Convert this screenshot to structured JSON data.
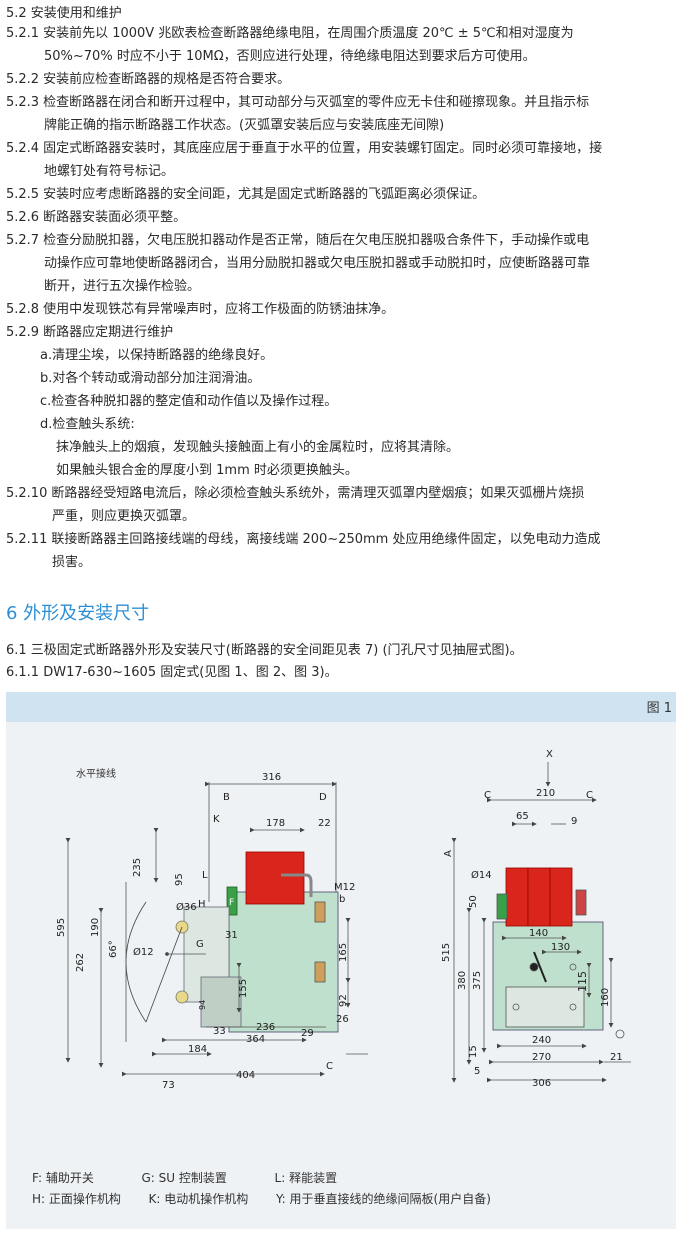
{
  "section52": {
    "heading": "5.2 安装使用和维护",
    "items": [
      {
        "num": "5.2.1",
        "lines": [
          "安装前先以 1000V 兆欧表检查断路器绝缘电阻，在周围介质温度 20℃ ± 5℃和相对湿度为",
          "50%~70% 时应不小于 10MΩ，否则应进行处理，待绝缘电阻达到要求后方可使用。"
        ]
      },
      {
        "num": "5.2.2",
        "lines": [
          "安装前应检查断路器的规格是否符合要求。"
        ]
      },
      {
        "num": "5.2.3",
        "lines": [
          "检查断路器在闭合和断开过程中，其可动部分与灭弧室的零件应无卡住和碰擦现象。并且指示标",
          "牌能正确的指示断路器工作状态。(灭弧罩安装后应与安装底座无间隙)"
        ]
      },
      {
        "num": "5.2.4",
        "lines": [
          "固定式断路器安装时，其底座应居于垂直于水平的位置，用安装螺钉固定。同时必须可靠接地，接",
          "地螺钉处有符号标记。"
        ]
      },
      {
        "num": "5.2.5",
        "lines": [
          "安装时应考虑断路器的安全间距，尤其是固定式断路器的飞弧距离必须保证。"
        ]
      },
      {
        "num": "5.2.6",
        "lines": [
          "断路器安装面必须平整。"
        ]
      },
      {
        "num": "5.2.7",
        "lines": [
          "检查分励脱扣器，欠电压脱扣器动作是否正常，随后在欠电压脱扣器吸合条件下，手动操作或电",
          "动操作应可靠地使断路器闭合，当用分励脱扣器或欠电压脱扣器或手动脱扣时，应使断路器可靠",
          "断开，进行五次操作检验。"
        ]
      },
      {
        "num": "5.2.8",
        "lines": [
          "使用中发现铁芯有异常噪声时，应将工作极面的防锈油抹净。"
        ]
      },
      {
        "num": "5.2.9",
        "lines": [
          "断路器应定期进行维护"
        ]
      }
    ],
    "sub": [
      "a.清理尘埃，以保持断路器的绝缘良好。",
      "b.对各个转动或滑动部分加注润滑油。",
      "c.检查各种脱扣器的整定值和动作值以及操作过程。",
      "d.检查触头系统:"
    ],
    "sub2": [
      "抹净触头上的烟痕，发现触头接触面上有小的金属粒时，应将其清除。",
      "如果触头银合金的厚度小到 1mm 时必须更换触头。"
    ],
    "items2": [
      {
        "num": "5.2.10",
        "lines": [
          "断路器经受短路电流后，除必须检查触头系统外，需清理灭弧罩内壁烟痕；如果灭弧栅片烧损",
          "严重，则应更换灭弧罩。"
        ]
      },
      {
        "num": "5.2.11",
        "lines": [
          "联接断路器主回路接线端的母线，离接线端 200~250mm 处应用绝缘件固定，以免电动力造成",
          "损害。"
        ]
      }
    ]
  },
  "section6": {
    "heading": "6 外形及安装尺寸",
    "p1": "6.1 三极固定式断路器外形及安装尺寸(断路器的安全间距见表 7) (门孔尺寸见抽屉式图)。",
    "p2": "6.1.1 DW17-630~1605 固定式(见图 1、图 2、图 3)。"
  },
  "figure": {
    "label": "图 1",
    "left_title": "水平接线",
    "left_dims": [
      "316",
      "178",
      "22",
      "235",
      "95",
      "595",
      "190",
      "66°",
      "Ø36",
      "Ø12",
      "262",
      "155",
      "94",
      "31",
      "165",
      "92",
      "29",
      "26",
      "236",
      "364",
      "33",
      "184",
      "73",
      "404",
      "M12"
    ],
    "left_letters": [
      "B",
      "D",
      "K",
      "L",
      "F",
      "H",
      "G",
      "C",
      "b"
    ],
    "right_dims": [
      "210",
      "65",
      "9",
      "Ø14",
      "50",
      "140",
      "130",
      "515",
      "380",
      "375",
      "115",
      "160",
      "240",
      "270",
      "306",
      "15",
      "5",
      "21"
    ],
    "right_letters": [
      "X",
      "C",
      "C",
      "A"
    ],
    "colors": {
      "accent": "#2e8fd3",
      "red": "#d9251c",
      "green": "#9fd0b0",
      "dark_green": "#3a8a4a",
      "bar": "#cfe3f1",
      "bg": "#eef2f5"
    }
  },
  "legend": {
    "row1": [
      "F:  辅助开关",
      "G:  SU 控制装置",
      "L:  释能装置"
    ],
    "row2": [
      "H:  正面操作机构",
      "K:  电动机操作机构",
      "Y:  用于垂直接线的绝缘间隔板(用户自备)"
    ]
  }
}
